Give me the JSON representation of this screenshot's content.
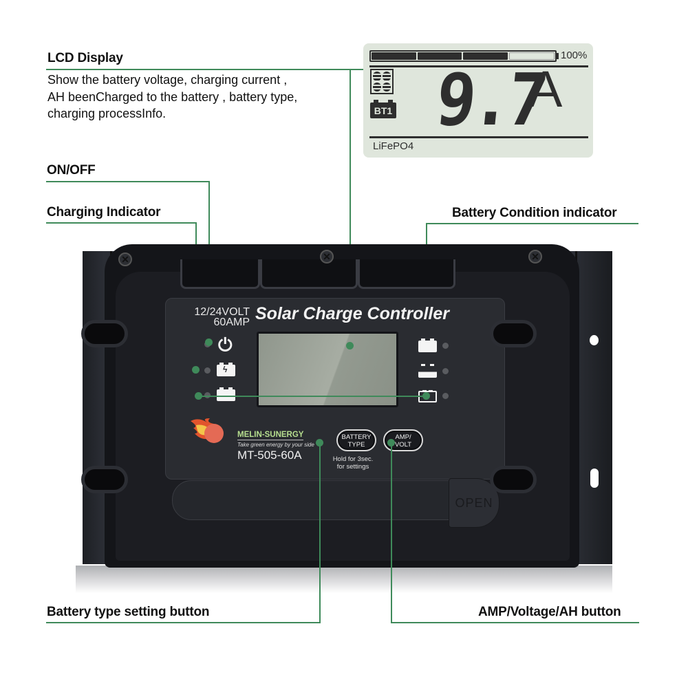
{
  "callouts": {
    "lcd_display": {
      "title": "LCD Display",
      "description": [
        "Show the battery voltage, charging current ,",
        "AH beenCharged to the battery , battery type,",
        "charging processInfo."
      ]
    },
    "on_off": {
      "title": "ON/OFF"
    },
    "charging_indicator": {
      "title": "Charging Indicator"
    },
    "battery_condition_indicator": {
      "title": "Battery Condition indicator"
    },
    "battery_type_button": {
      "title": "Battery type setting button"
    },
    "amp_volt_button": {
      "title": "AMP/Voltage/AH button"
    }
  },
  "lcd_inset": {
    "battery_bar": {
      "segments_total": 4,
      "segments_filled": 3,
      "percent_label": "100%"
    },
    "icons": {
      "solar_panel": "solar-panel-icon",
      "battery": "battery-icon"
    },
    "battery_label": "BT1",
    "reading_value": "9.7",
    "reading_unit": "A",
    "battery_type": "LiFePO4",
    "background_color": "#dfe6dc",
    "segment_color": "#2e2e2e"
  },
  "device": {
    "rating_line1": "12/24VOLT",
    "rating_line2": "60AMP",
    "title": "Solar Charge Controller",
    "brand": "MELIN-SUNERGY",
    "tagline": "Take green energy by your side",
    "model": "MT-505-60A",
    "buttons": {
      "battery_type": [
        "BATTERY",
        "TYPE"
      ],
      "amp_volt": [
        "AMP/",
        "VOLT"
      ]
    },
    "button_hint": [
      "Hold for 3sec.",
      "for settings"
    ],
    "open_tab": "OPEN",
    "left_indicators": [
      "power-icon",
      "battery-charging-icon",
      "battery-full-icon"
    ],
    "right_indicators": [
      "battery-full-icon",
      "battery-half-icon",
      "battery-empty-icon"
    ]
  },
  "colors": {
    "callout_line": "#3f8a5a",
    "brand_green": "#b7df8f"
  }
}
